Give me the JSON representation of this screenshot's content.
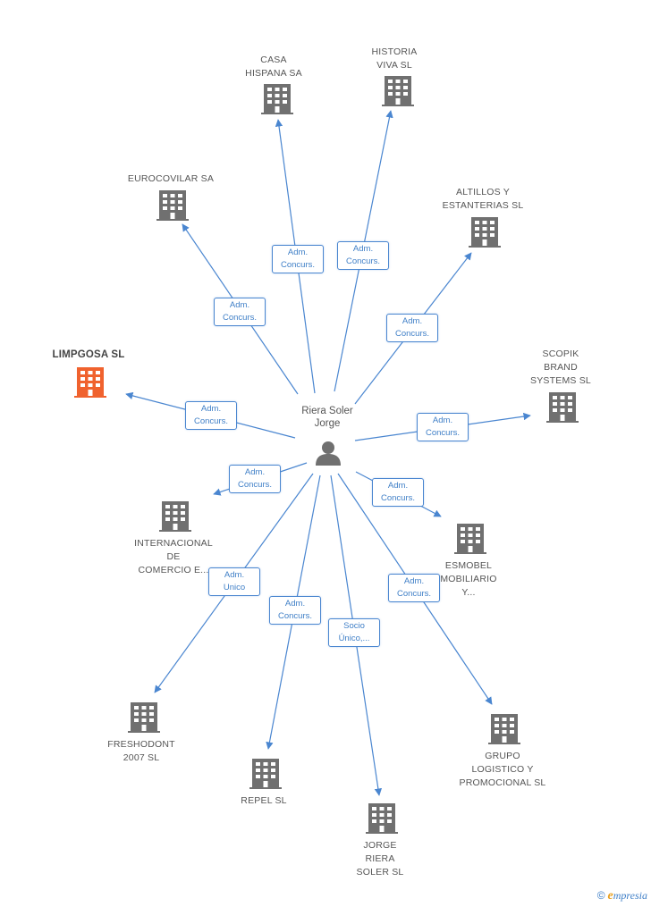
{
  "center": {
    "label": "Riera Soler\nJorge",
    "icon": "person-icon"
  },
  "colors": {
    "edge": "#4a86d0",
    "building": "#707070",
    "highlight": "#f0622e"
  },
  "nodes": [
    {
      "id": "casa-hispana",
      "label": "CASA\nHISPANA SA",
      "edge_label": "Adm.\nConcurs.",
      "highlight": false
    },
    {
      "id": "historia-viva",
      "label": "HISTORIA\nVIVA SL",
      "edge_label": "Adm.\nConcurs.",
      "highlight": false
    },
    {
      "id": "eurocovilar",
      "label": "EUROCOVILAR SA",
      "edge_label": "Adm.\nConcurs.",
      "highlight": false
    },
    {
      "id": "altillos",
      "label": "ALTILLOS Y\nESTANTERIAS SL",
      "edge_label": "Adm.\nConcurs.",
      "highlight": false
    },
    {
      "id": "limpgosa",
      "label": "LIMPGOSA SL",
      "edge_label": "Adm.\nConcurs.",
      "highlight": true
    },
    {
      "id": "scopik",
      "label": "SCOPIK\nBRAND\nSYSTEMS SL",
      "edge_label": "Adm.\nConcurs.",
      "highlight": false
    },
    {
      "id": "internacional",
      "label": "INTERNACIONAL\nDE\nCOMERCIO E...",
      "edge_label": "Adm.\nConcurs.",
      "highlight": false
    },
    {
      "id": "esmobel",
      "label": "ESMOBEL\nMOBILIARIO\nY...",
      "edge_label": "Adm.\nConcurs.",
      "highlight": false
    },
    {
      "id": "freshodont",
      "label": "FRESHODONT\n2007 SL",
      "edge_label": "Adm.\nUnico",
      "highlight": false
    },
    {
      "id": "repel",
      "label": "REPEL SL",
      "edge_label": "Adm.\nConcurs.",
      "highlight": false
    },
    {
      "id": "jorge-riera",
      "label": "JORGE\nRIERA\nSOLER SL",
      "edge_label": "Socio\nÚnico,...",
      "highlight": false
    },
    {
      "id": "grupo-logistico",
      "label": "GRUPO\nLOGISTICO Y\nPROMOCIONAL SL",
      "edge_label": "Adm.\nConcurs.",
      "highlight": false
    }
  ],
  "watermark": {
    "copyright": "©",
    "brand_initial": "e",
    "brand_rest": "mpresia"
  }
}
